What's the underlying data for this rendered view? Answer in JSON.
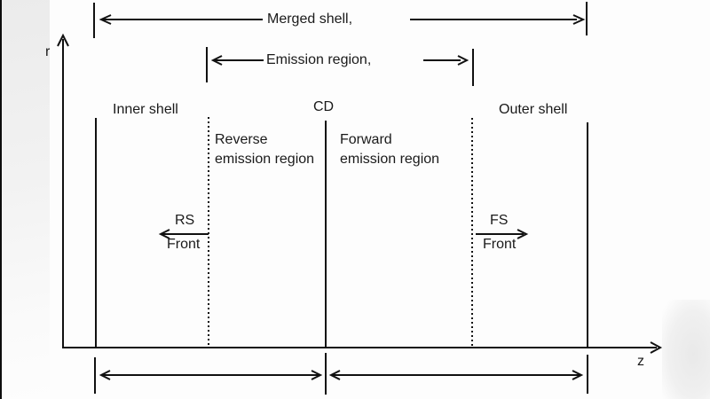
{
  "colors": {
    "line": "#111111",
    "text": "#1a1a1a",
    "background": "#fdfdfd"
  },
  "axes": {
    "vertical_label": "r",
    "horizontal_label": "z"
  },
  "spans": {
    "merged_shell": "Merged shell,",
    "emission_region": "Emission region,"
  },
  "boundaries": {
    "inner_shell": "Inner shell",
    "contact_discontinuity": "CD",
    "outer_shell": "Outer shell"
  },
  "regions": {
    "reverse": "Reverse\nemission region",
    "forward": "Forward\nemission region"
  },
  "fronts": {
    "reverse_shock": {
      "name": "RS",
      "caption": "Front"
    },
    "forward_shock": {
      "name": "FS",
      "caption": "Front"
    }
  }
}
